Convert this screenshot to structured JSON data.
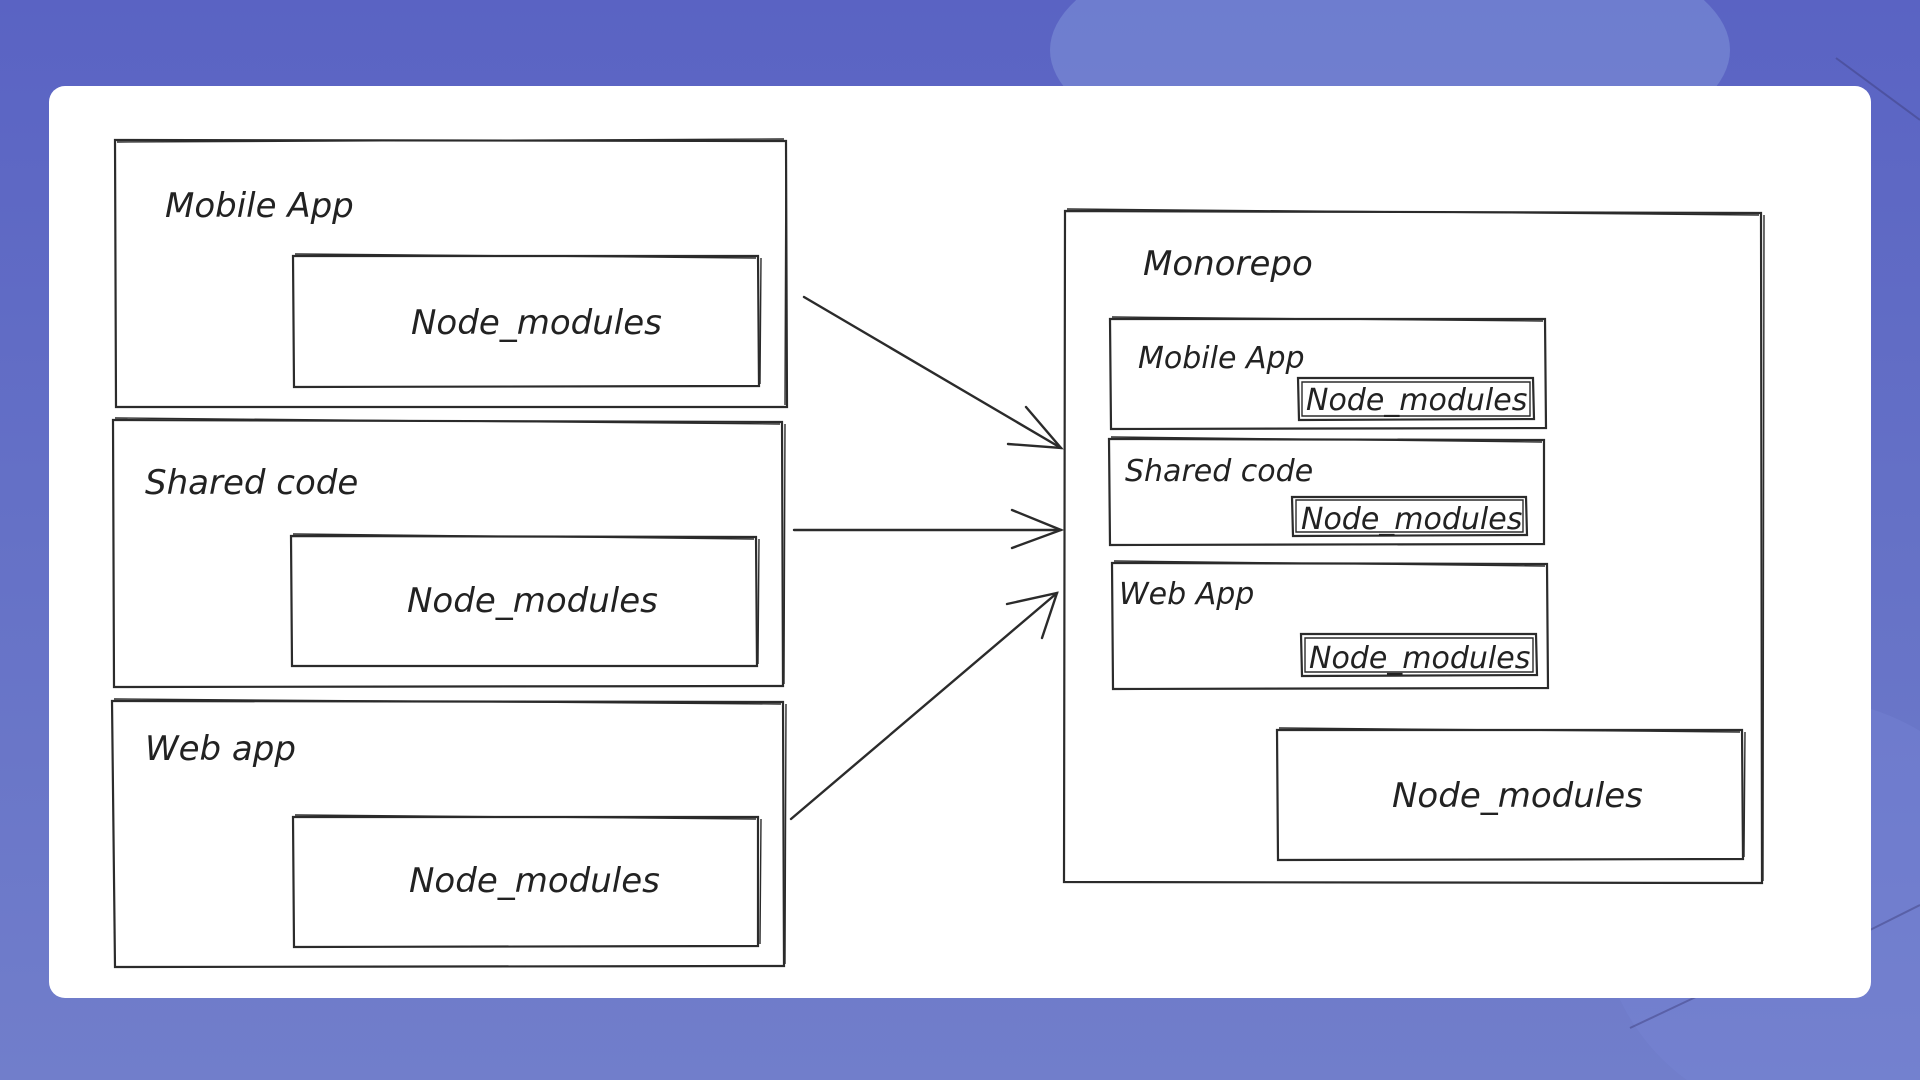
{
  "colors": {
    "background": "#6470c6",
    "card": "#ffffff",
    "stroke": "#2b2b2b"
  },
  "left": {
    "mobile": {
      "label": "Mobile App",
      "modules": "Node_modules"
    },
    "shared": {
      "label": "Shared code",
      "modules": "Node_modules"
    },
    "web": {
      "label": "Web app",
      "modules": "Node_modules"
    }
  },
  "right": {
    "title": "Monorepo",
    "mobile": {
      "label": "Mobile App",
      "modules": "Node_modules"
    },
    "shared": {
      "label": "Shared code",
      "modules": "Node_modules"
    },
    "web": {
      "label": "Web App",
      "modules": "Node_modules"
    },
    "root_modules": "Node_modules"
  }
}
